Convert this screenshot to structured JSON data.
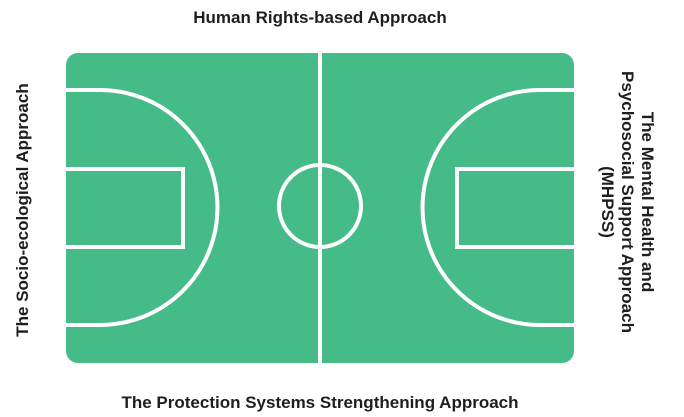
{
  "labels": {
    "top": "Human Rights-based Approach",
    "bottom": "The Protection Systems Strengthening Approach",
    "left": "The Socio-ecological Approach",
    "right_lines": [
      "The Mental Health and",
      "Psychosocial Support Approach",
      "(MHPSS)"
    ]
  },
  "court": {
    "fill_color": "#45bb87",
    "line_color": "#ffffff"
  }
}
